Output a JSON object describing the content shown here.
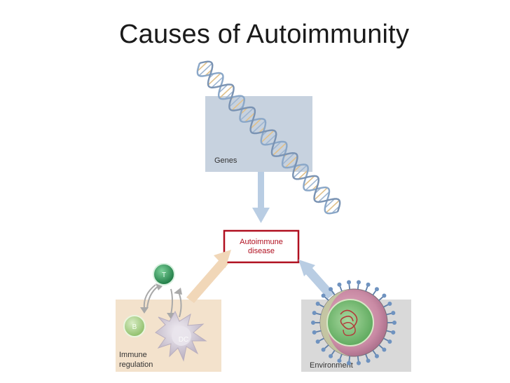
{
  "slide": {
    "title": "Causes of Autoimmunity"
  },
  "diagram": {
    "center_box": {
      "line1": "Autoimmune",
      "line2": "disease"
    },
    "genes_panel": {
      "label": "Genes"
    },
    "immune_panel": {
      "label_line1": "Immune",
      "label_line2": "regulation",
      "cells": {
        "t": "T",
        "b": "B",
        "dc": "DC"
      }
    },
    "environment_panel": {
      "label": "Environment"
    },
    "colors": {
      "genes_panel": "#c7d2df",
      "immune_panel": "#f3e2cc",
      "environment_panel": "#d9d9d9",
      "center_border": "#b01020",
      "center_text": "#b01020",
      "arrow_blue": "#b9cde3",
      "arrow_tan": "#f1d7b8",
      "t_cell": "#2f9a5a",
      "b_cell": "#a6cf86",
      "dc_cell": "#d3cbd6"
    }
  }
}
